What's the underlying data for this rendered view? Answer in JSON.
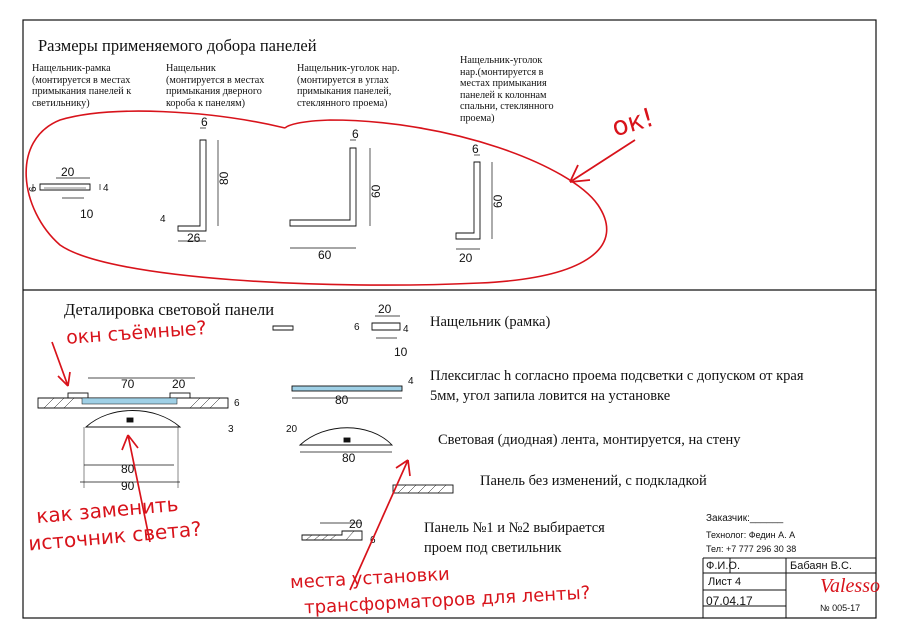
{
  "top": {
    "title": "Размеры применяемого добора панелей",
    "items": [
      {
        "line1": "Нащельник-рамка",
        "line2": "(монтируется в местах",
        "line3": "примыкания панелей к",
        "line4": "светильнику)"
      },
      {
        "line1": "Нащельник",
        "line2": "(монтируется в местах",
        "line3": "примыкания дверного",
        "line4": "короба к панелям)"
      },
      {
        "line1": "Нащельник-уголок нар.",
        "line2": "(монтируется в углах",
        "line3": "примыкания панелей,",
        "line4": "стеклянного проема)"
      },
      {
        "line1": "Нащельник-уголок",
        "line2": "нар.(монтируется в",
        "line3": "местах примыкания",
        "line4": "панелей к колоннам",
        "line5": "спальни, стеклянного",
        "line6": "проема)"
      }
    ],
    "dims": {
      "frame_w": "20",
      "frame_h": "6",
      "frame_t": "4",
      "frame_lip": "10",
      "trim_top": "6",
      "trim_h": "80",
      "trim_t": "4",
      "trim_base": "26",
      "angle1_top": "6",
      "angle1_h": "60",
      "angle1_base": "60",
      "angle2_top": "6",
      "angle2_h": "60",
      "angle2_base": "20"
    }
  },
  "bottom": {
    "title": "Деталировка световой панели",
    "dims": {
      "a70": "70",
      "a20": "20",
      "a6": "6",
      "a3": "3",
      "a80": "80",
      "a90": "90",
      "p80": "80",
      "p4": "4",
      "l20": "20",
      "l80": "80",
      "f6": "6",
      "f20": "20",
      "f4": "4",
      "f10": "10",
      "b20": "20",
      "b6": "6"
    },
    "labels": {
      "frame": "Нащельник (рамка)",
      "plexi1": "Плексиглас  h согласно проема подсветки с допуском от края",
      "plexi2": "5мм, угол запила ловится на установке",
      "led": "Световая (диодная) лента, монтируется, на стену",
      "panel": "Панель без изменений, с подкладкой",
      "choose1": "Панель №1 и №2 выбирается",
      "choose2": "проем под светильник"
    }
  },
  "annotations": {
    "ok": "ок!",
    "windows": "окн съёмные?",
    "replace1": "как заменить",
    "replace2": "источник света?",
    "places1": "места установки",
    "places2": "трансформаторов для ленты?"
  },
  "titleblock": {
    "customer_label": "Заказчик:",
    "customer_value": "______",
    "tech": "Технолог: Федин А. А",
    "tel": "Тел: +7 777 296 30 38",
    "fio_label": "Ф.И.О.",
    "fio_value": "Бабаян В.С.",
    "sheet": "Лист 4",
    "date": "07.04.17",
    "logo": "Valesso",
    "number": "№ 005-17"
  },
  "colors": {
    "ink": "#111111",
    "annotation": "#d8131b",
    "glass": "#9fd0e6"
  }
}
